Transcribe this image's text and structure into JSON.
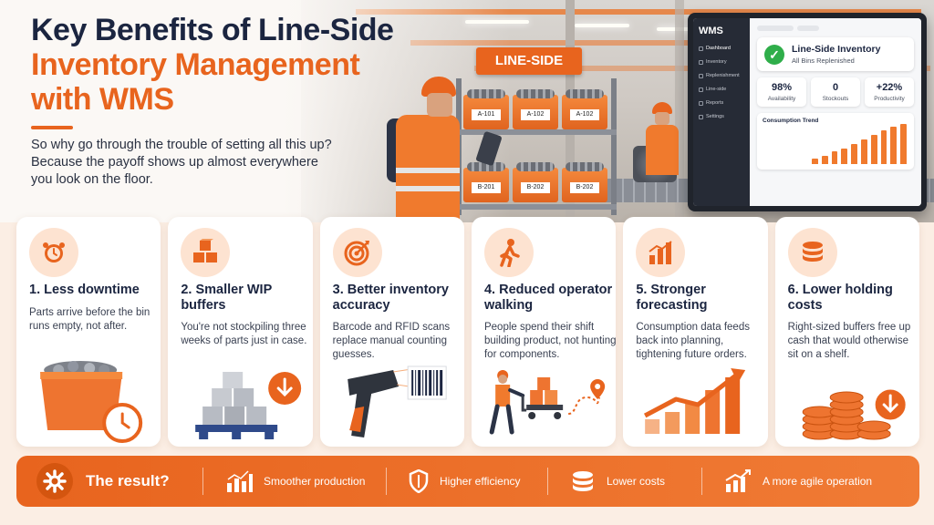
{
  "header": {
    "title_line1": "Key Benefits of Line-Side",
    "title_line2": "Inventory Management",
    "title_line3": "with WMS",
    "intro": "So why go through the trouble of setting all this up? Because the payoff shows up almost everywhere you look on the floor."
  },
  "scene": {
    "shelf_sign": "LINE-SIDE",
    "bin_labels": [
      "A-101",
      "A-102",
      "A-102",
      "B-201",
      "B-202",
      "B-202"
    ]
  },
  "wms": {
    "logo": "WMS",
    "nav": [
      "Dashboard",
      "Inventory",
      "Replenishment",
      "Line-side",
      "Reports",
      "Settings"
    ],
    "status_title": "Line-Side Inventory",
    "status_sub": "All Bins Replenished",
    "kpis": [
      {
        "value": "98%",
        "label": "Availability"
      },
      {
        "value": "0",
        "label": "Stockouts"
      },
      {
        "value": "+22%",
        "label": "Productivity"
      }
    ],
    "trend_title": "Consumption Trend",
    "trend_values": [
      0.12,
      0.2,
      0.3,
      0.38,
      0.48,
      0.58,
      0.7,
      0.8,
      0.9,
      0.96
    ]
  },
  "benefits": [
    {
      "title": "1. Less downtime",
      "body": "Parts arrive before the bin runs empty, not after.",
      "icon": "alarm-clock-icon"
    },
    {
      "title": "2. Smaller WIP buffers",
      "body": "You're not stockpiling three weeks of parts just in case.",
      "icon": "boxes-icon"
    },
    {
      "title": "3. Better inventory accuracy",
      "body": "Barcode and RFID scans replace manual counting guesses.",
      "icon": "target-icon"
    },
    {
      "title": "4. Reduced operator walking",
      "body": "People spend their shift building product, not hunting for components.",
      "icon": "walking-person-icon"
    },
    {
      "title": "5. Stronger forecasting",
      "body": "Consumption data feeds back into planning, tightening future orders.",
      "icon": "bar-chart-icon"
    },
    {
      "title": "6. Lower holding costs",
      "body": "Right-sized buffers free up cash that would otherwise sit on a shelf.",
      "icon": "coins-icon"
    }
  ],
  "result": {
    "title": "The result?",
    "items": [
      {
        "label": "Smoother production",
        "icon": "chart-up-icon"
      },
      {
        "label": "Higher efficiency",
        "icon": "shield-icon"
      },
      {
        "label": "Lower costs",
        "icon": "coins-icon"
      },
      {
        "label": "A more agile operation",
        "icon": "growth-icon"
      }
    ]
  },
  "colors": {
    "accent": "#e8641e",
    "navy": "#1b2540",
    "tint": "#fde3d1"
  }
}
